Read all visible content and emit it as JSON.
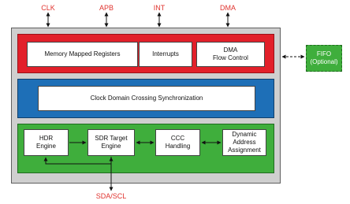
{
  "signals": {
    "clk": "CLK",
    "apb": "APB",
    "int": "INT",
    "dma": "DMA",
    "sda_scl": "SDA/SCL"
  },
  "red_row": {
    "registers": "Memory Mapped Registers",
    "interrupts": "Interrupts",
    "dma_flow": "DMA\nFlow Control"
  },
  "blue_row": {
    "cdc": "Clock Domain Crossing Synchronization"
  },
  "green_row": {
    "hdr": "HDR\nEngine",
    "sdr": "SDR Target\nEngine",
    "ccc": "CCC\nHandling",
    "daa": "Dynamic\nAddress\nAssignment"
  },
  "fifo": "FIFO\n(Optional)",
  "colors": {
    "signal_text": "#e0342f",
    "outer": "#cfcfcf",
    "red": "#e2202a",
    "blue": "#1e6fb7",
    "green": "#3fae3c"
  }
}
